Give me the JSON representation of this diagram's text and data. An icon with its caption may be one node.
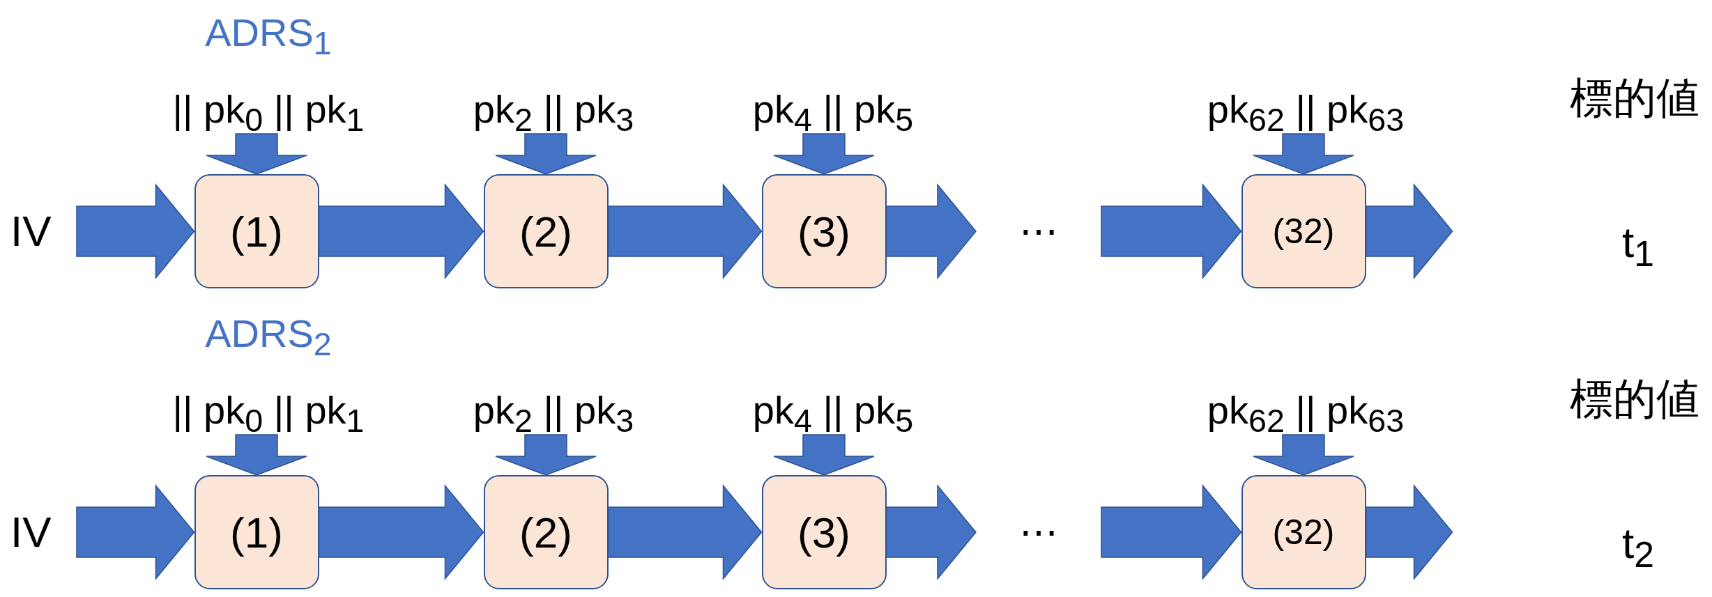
{
  "diagram": {
    "nodes": [
      {
        "text": [
          "ADRS$_{1}$",
          "|| pk$_{0}$ || pk$_{1}$"
        ]
      },
      {
        "text": [
          "pk$_{2}$ || pk$_{3}$"
        ]
      },
      {
        "text": [
          "pk$_{4}$ || pk$_{5}$"
        ]
      },
      {
        "text": [
          "pk$_{62}$ || pk$_{63}$"
        ]
      },
      {
        "text": [
          "IV"
        ]
      },
      {
        "text": [
          "(1)"
        ]
      },
      {
        "text": [
          "(2)"
        ]
      },
      {
        "text": [
          "(3)"
        ]
      },
      {
        "text": [
          "⋯"
        ]
      },
      {
        "text": [
          "(32)"
        ]
      },
      {
        "text": [
          "ADRS$_{2}$",
          "|| pk$_{0}$ || pk$_{1}$"
        ]
      },
      {
        "text": [
          "pk$_{2}$ || pk$_{3}$"
        ]
      },
      {
        "text": [
          "pk$_{4}$ || pk$_{5}$"
        ]
      },
      {
        "text": [
          "pk$_{62}$ || pk$_{63}$"
        ]
      },
      {
        "text": [
          "IV"
        ]
      },
      {
        "text": [
          "(1)"
        ]
      },
      {
        "text": [
          "(2)"
        ]
      },
      {
        "text": [
          "(3)"
        ]
      },
      {
        "text": [
          "⋯"
        ]
      },
      {
        "text": [
          "(32)"
        ]
      }
    ],
    "edges": [
      {
        "from": 0,
        "to": 5,
        "arrow": "to"
      },
      {
        "from": 1,
        "to": 6,
        "arrow": "to"
      },
      {
        "from": 2,
        "to": 7,
        "arrow": "to"
      },
      {
        "from": 3,
        "to": 9,
        "arrow": "to"
      },
      {
        "from": 4,
        "to": 5,
        "arrow": "to"
      },
      {
        "from": 5,
        "to": 6,
        "arrow": "to"
      },
      {
        "from": 6,
        "to": 7,
        "arrow": "to"
      },
      {
        "from": 7,
        "to": 8,
        "arrow": "to"
      },
      {
        "from": 8,
        "to": 9,
        "arrow": "to"
      },
      {
        "from": 9,
        "to": null,
        "arrow": "to"
      },
      {
        "from": 10,
        "to": 15,
        "arrow": "to"
      },
      {
        "from": 11,
        "to": 16,
        "arrow": "to"
      },
      {
        "from": 12,
        "to": 17,
        "arrow": "to"
      },
      {
        "from": 13,
        "to": 19,
        "arrow": "to"
      },
      {
        "from": 14,
        "to": 15,
        "arrow": "to"
      },
      {
        "from": 15,
        "to": 16,
        "arrow": "to"
      },
      {
        "from": 16,
        "to": 17,
        "arrow": "to"
      },
      {
        "from": 17,
        "to": 18,
        "arrow": "to"
      },
      {
        "from": 18,
        "to": 19,
        "arrow": "to"
      },
      {
        "from": 19,
        "to": null,
        "arrow": "to"
      }
    ],
    "labels": [
      "標的値",
      "t$_{1}$",
      "標的値",
      "t$_{2}$"
    ]
  }
}
